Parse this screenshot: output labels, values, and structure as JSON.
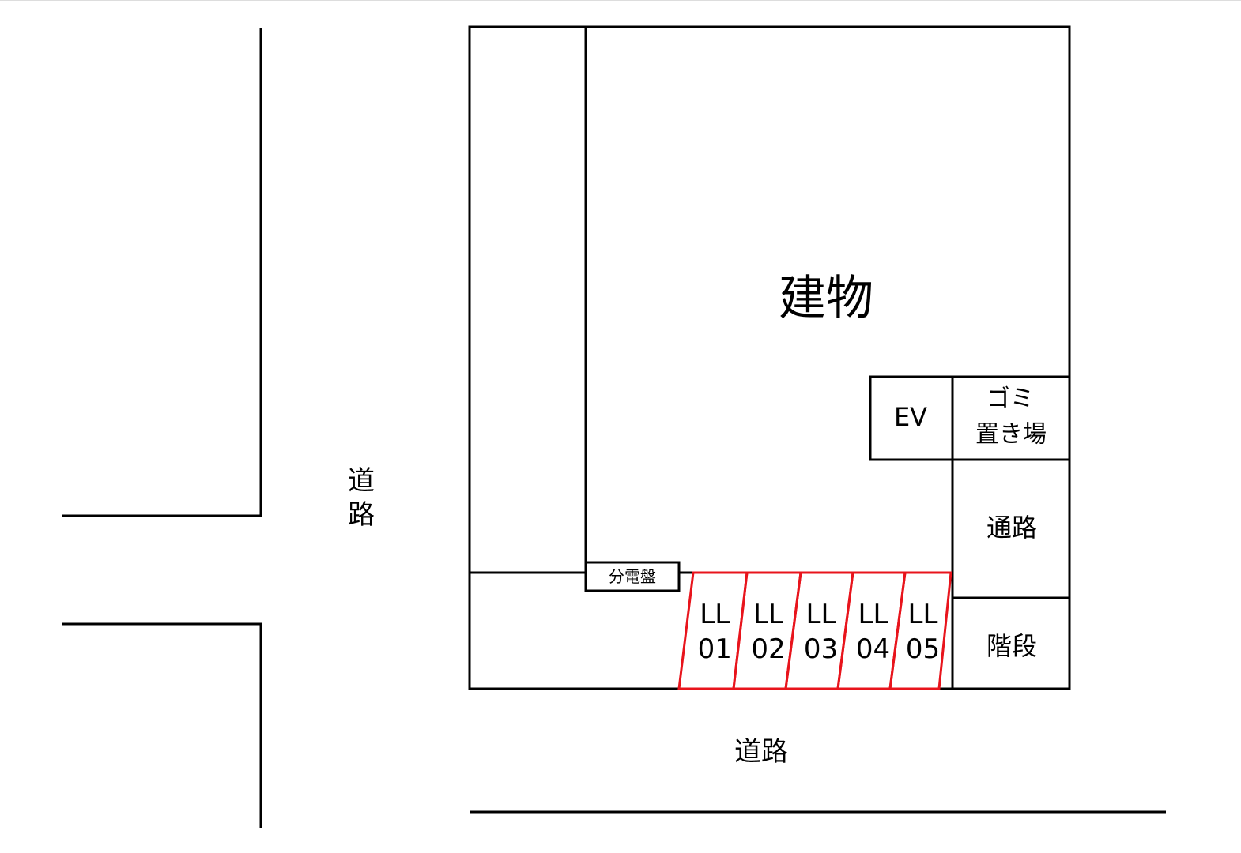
{
  "labels": {
    "building": "建物",
    "road_left_1": "道",
    "road_left_2": "路",
    "road_bottom": "道路",
    "ev": "EV",
    "garbage_1": "ゴミ",
    "garbage_2": "置き場",
    "passage": "通路",
    "stairs": "階段",
    "panel": "分電盤"
  },
  "parking": [
    {
      "line1": "LL",
      "line2": "01"
    },
    {
      "line1": "LL",
      "line2": "02"
    },
    {
      "line1": "LL",
      "line2": "03"
    },
    {
      "line1": "LL",
      "line2": "04"
    },
    {
      "line1": "LL",
      "line2": "05"
    }
  ],
  "colors": {
    "parking_outline": "#e8141c",
    "lines": "#000000"
  }
}
